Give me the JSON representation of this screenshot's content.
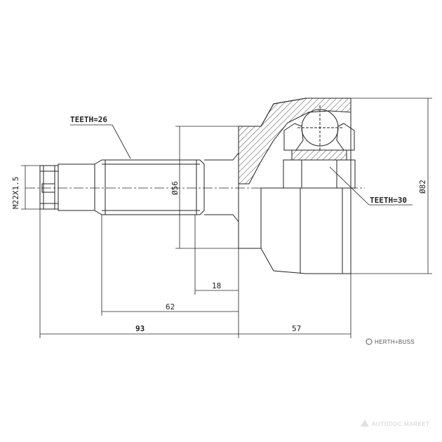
{
  "labels": {
    "thread": "M22X1.5",
    "teeth_shaft": "TEETH=26",
    "teeth_inner": "TEETH=30",
    "dia_shaft": "Ø56",
    "dia_outer": "Ø82",
    "dim_18": "18",
    "dim_62": "62",
    "dim_93": "93",
    "dim_57": "57"
  },
  "brand": {
    "name": "HERTH+BUSS"
  },
  "watermark": {
    "text": "AUTODOC.MARKET"
  },
  "colors": {
    "line": "#222222",
    "hatch": "#444444",
    "background": "#ffffff"
  }
}
